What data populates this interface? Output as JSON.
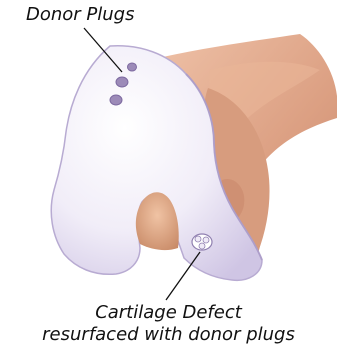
{
  "labels": {
    "donor_plugs": "Donor Plugs",
    "defect_line1": "Cartilage Defect",
    "defect_line2": "resurfaced with donor plugs"
  },
  "colors": {
    "cartilage": "#ebe6f4",
    "cartilage_edge": "#b8abd2",
    "bone": "#e0a98c",
    "bone_dark": "#c4836a",
    "plug": "#9c8ab8",
    "leader_line": "#111111"
  }
}
